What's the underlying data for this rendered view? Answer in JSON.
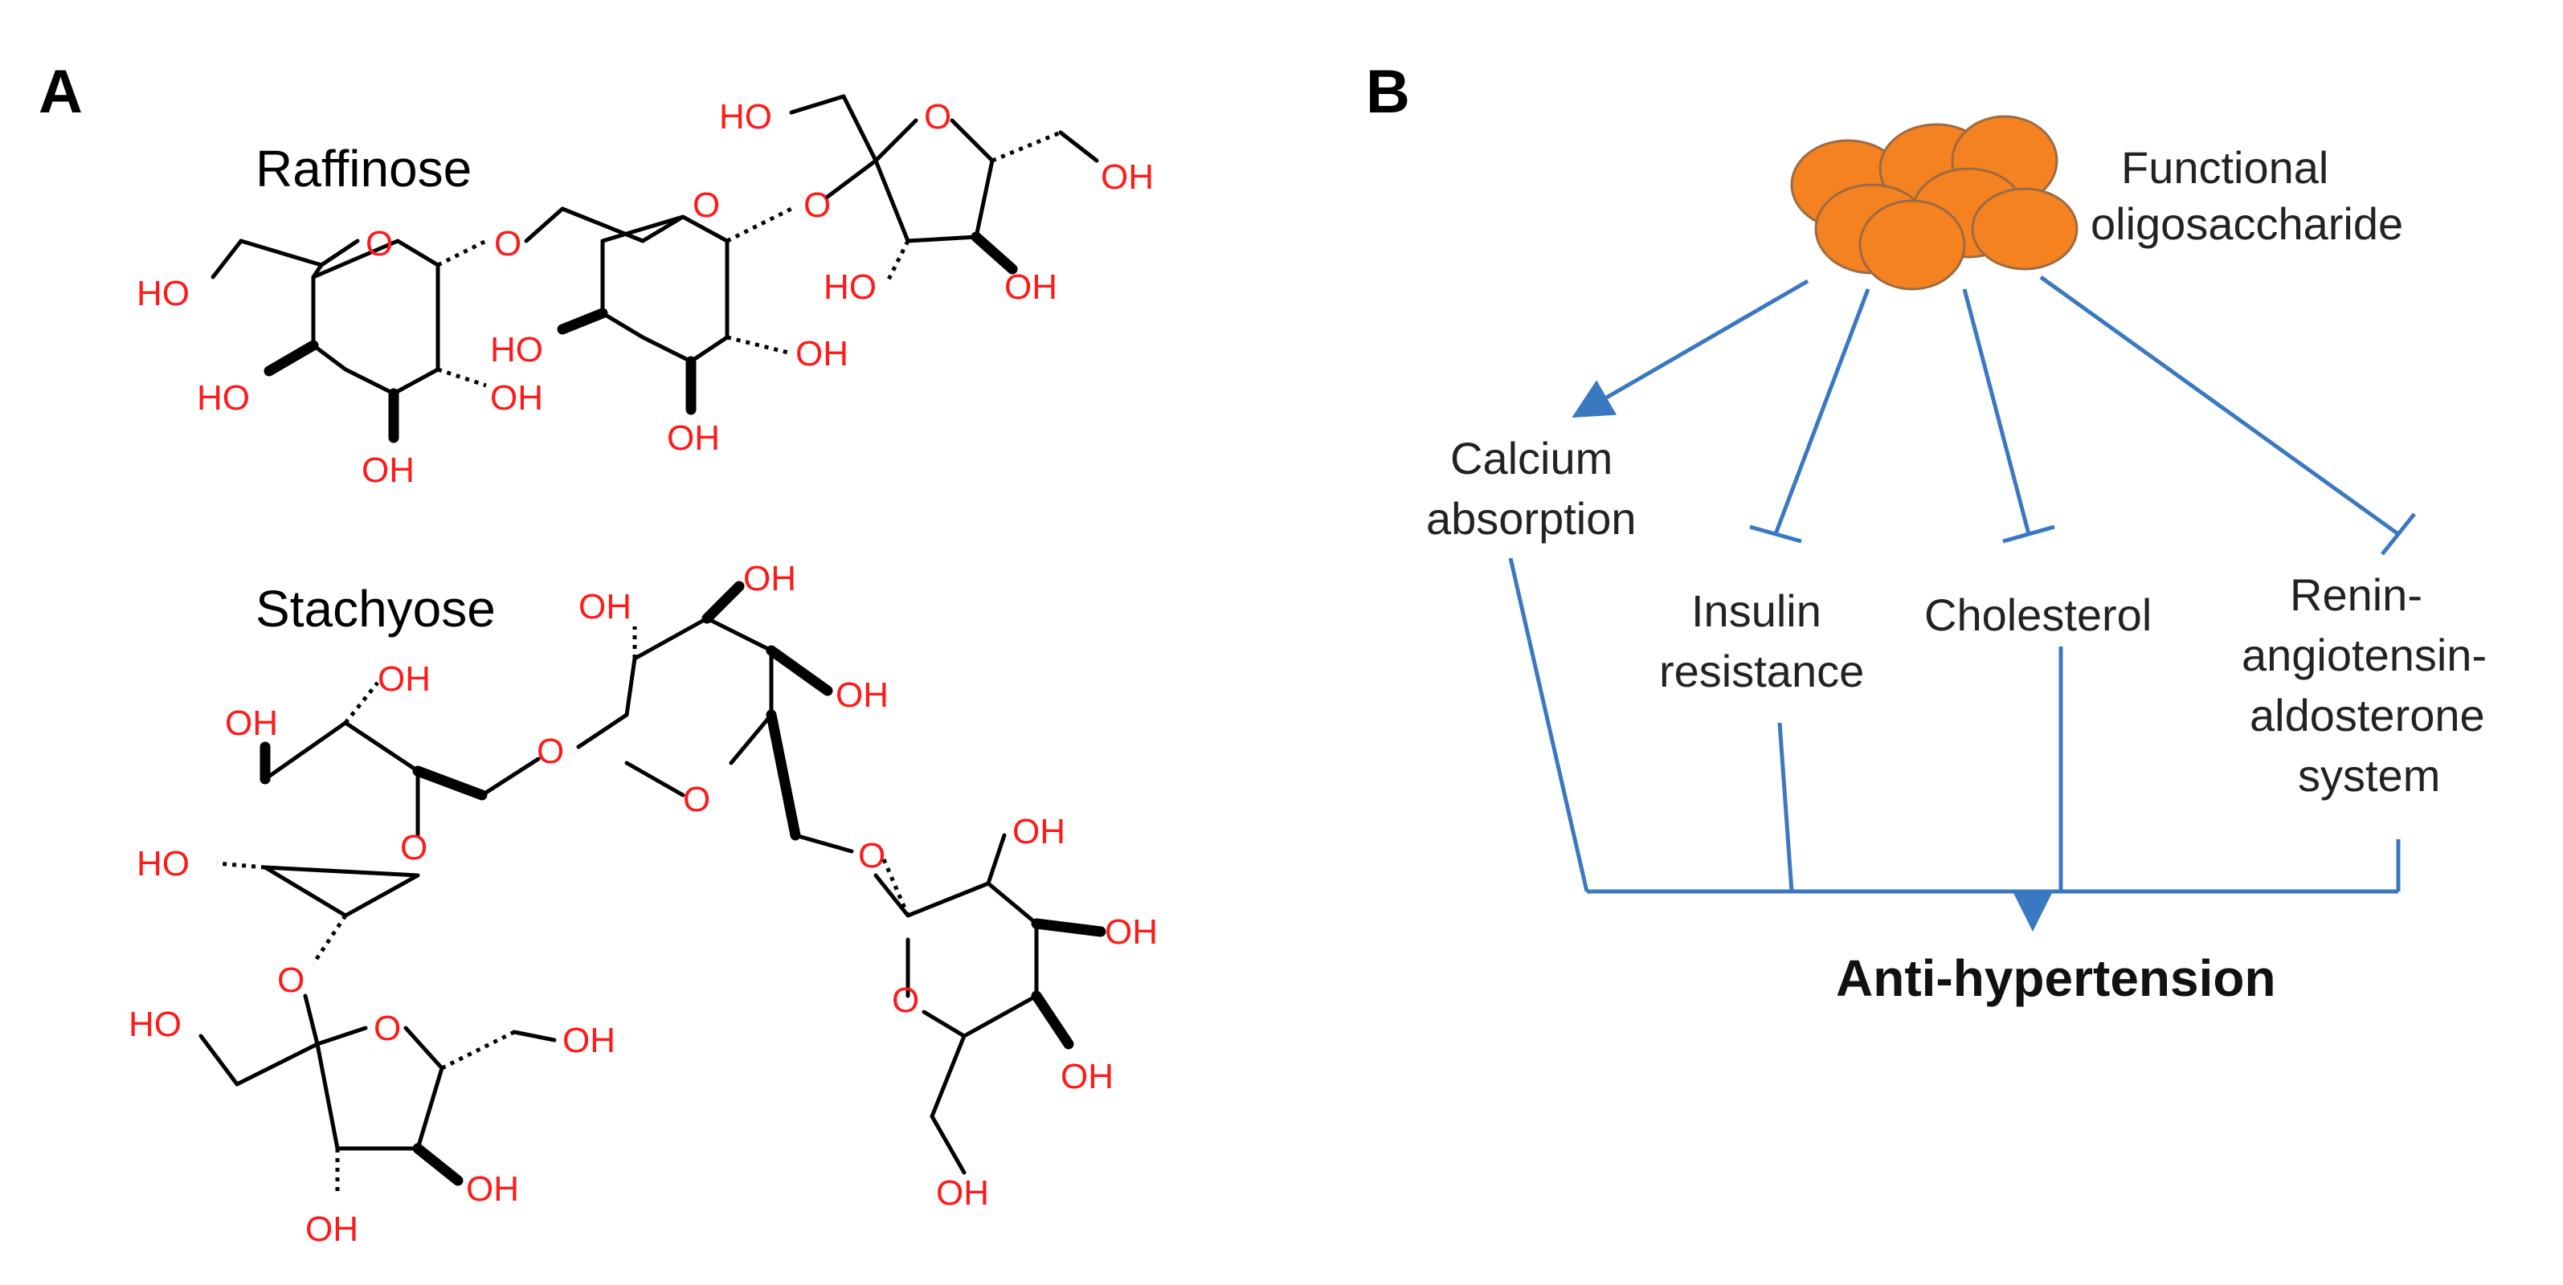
{
  "panel_a": {
    "letter": "A",
    "raffinose": {
      "name": "Raffinose"
    },
    "stachyose": {
      "name": "Stachyose"
    },
    "atoms": {
      "oh": "OH",
      "ho": "HO",
      "o": "O"
    }
  },
  "panel_b": {
    "letter": "B",
    "source": {
      "line1": "Functional",
      "line2": "oligosaccharide"
    },
    "effects": [
      {
        "id": "calcium",
        "lines": [
          "Calcium",
          "absorption"
        ],
        "relation": "promotes"
      },
      {
        "id": "insulin",
        "lines": [
          "Insulin",
          "resistance"
        ],
        "relation": "inhibits"
      },
      {
        "id": "cholesterol",
        "lines": [
          "Cholesterol"
        ],
        "relation": "inhibits"
      },
      {
        "id": "raas",
        "lines": [
          "Renin-",
          "angiotensin-",
          "aldosterone",
          "system"
        ],
        "relation": "inhibits"
      }
    ],
    "outcome": "Anti-hypertension",
    "colors": {
      "arrows": "#3a78c1",
      "cluster": "#f58220"
    }
  }
}
